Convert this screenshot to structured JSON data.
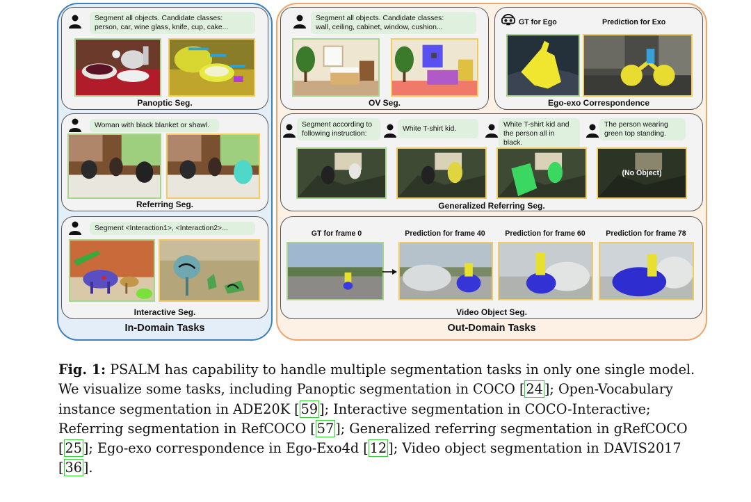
{
  "in_domain": {
    "title": "In-Domain Tasks",
    "panoptic": {
      "title": "Panoptic Seg.",
      "prompt": "Segment all objects. Candidate classes:\nperson, car, wine glass, knife, cup, cake..."
    },
    "referring": {
      "title": "Referring Seg.",
      "prompt": "Woman with black blanket or shawl."
    },
    "interactive": {
      "title": "Interactive Seg.",
      "prompt": "Segment <Interaction1>, <Interaction2>..."
    }
  },
  "out_domain": {
    "title": "Out-Domain Tasks",
    "ov": {
      "title": "OV Seg.",
      "prompt": "Segment all objects. Candidate classes:\nwall, ceiling, cabinet, window, cushion..."
    },
    "egoexo": {
      "title": "Ego-exo Correspondence",
      "label_gt": "GT for Ego",
      "label_pred": "Prediction for Exo"
    },
    "gref": {
      "title": "Generalized Referring Seg.",
      "prompt1": "Segment according to\nfollowing instruction:",
      "prompt2": "White T-shirt kid.",
      "prompt3": "White T-shirt kid and\nthe person all in black.",
      "prompt4": "The person wearing\ngreen top standing.",
      "no_object": "(No Object)"
    },
    "vos": {
      "title": "Video Object Seg.",
      "frame0": "GT for frame 0",
      "frame40": "Prediction for frame 40",
      "frame60": "Prediction for frame 60",
      "frame78": "Prediction for frame 78"
    }
  },
  "caption": {
    "fig_label": "Fig. 1:",
    "seg1": " PSALM has capability to handle multiple segmentation tasks in only one single model. We visualize some tasks, including Panoptic segmentation in COCO ",
    "cite1": "24",
    "seg2": "; Open-Vocabulary instance segmentation in ADE20K ",
    "cite2": "59",
    "seg3": "; Interactive segmentation in COCO-Interactive; Referring segmentation in RefCOCO ",
    "cite3": "57",
    "seg4": "; Generalized referring segmentation in gRefCOCO ",
    "cite4": "25",
    "seg5": "; Ego-exo correspondence in Ego-Exo4d ",
    "cite5": "12",
    "seg6": "; Video object segmentation in DAVIS2017 ",
    "cite6": "36",
    "seg7": "."
  },
  "colors": {
    "in_border": "#3d80c0",
    "out_border": "#eda56d",
    "frame_green": "#a9d58f",
    "frame_yellow": "#f2cb63",
    "citation_box": "#2ed12e"
  }
}
